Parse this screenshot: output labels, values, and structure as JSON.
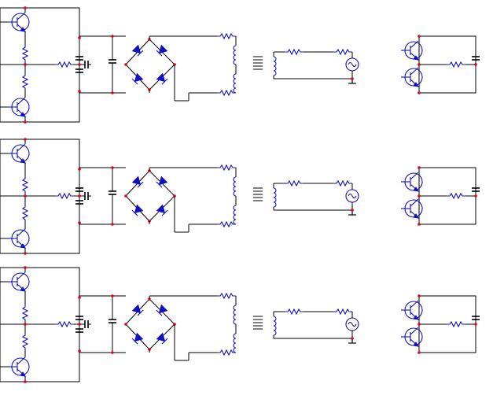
{
  "diagram": {
    "description_rows": 3,
    "colors": {
      "wire": "#000000",
      "component": "#1010c0",
      "node": "#e0001a",
      "background": "#ffffff"
    },
    "row_names": [
      "circuit-row-1",
      "circuit-row-2",
      "circuit-row-3"
    ]
  }
}
